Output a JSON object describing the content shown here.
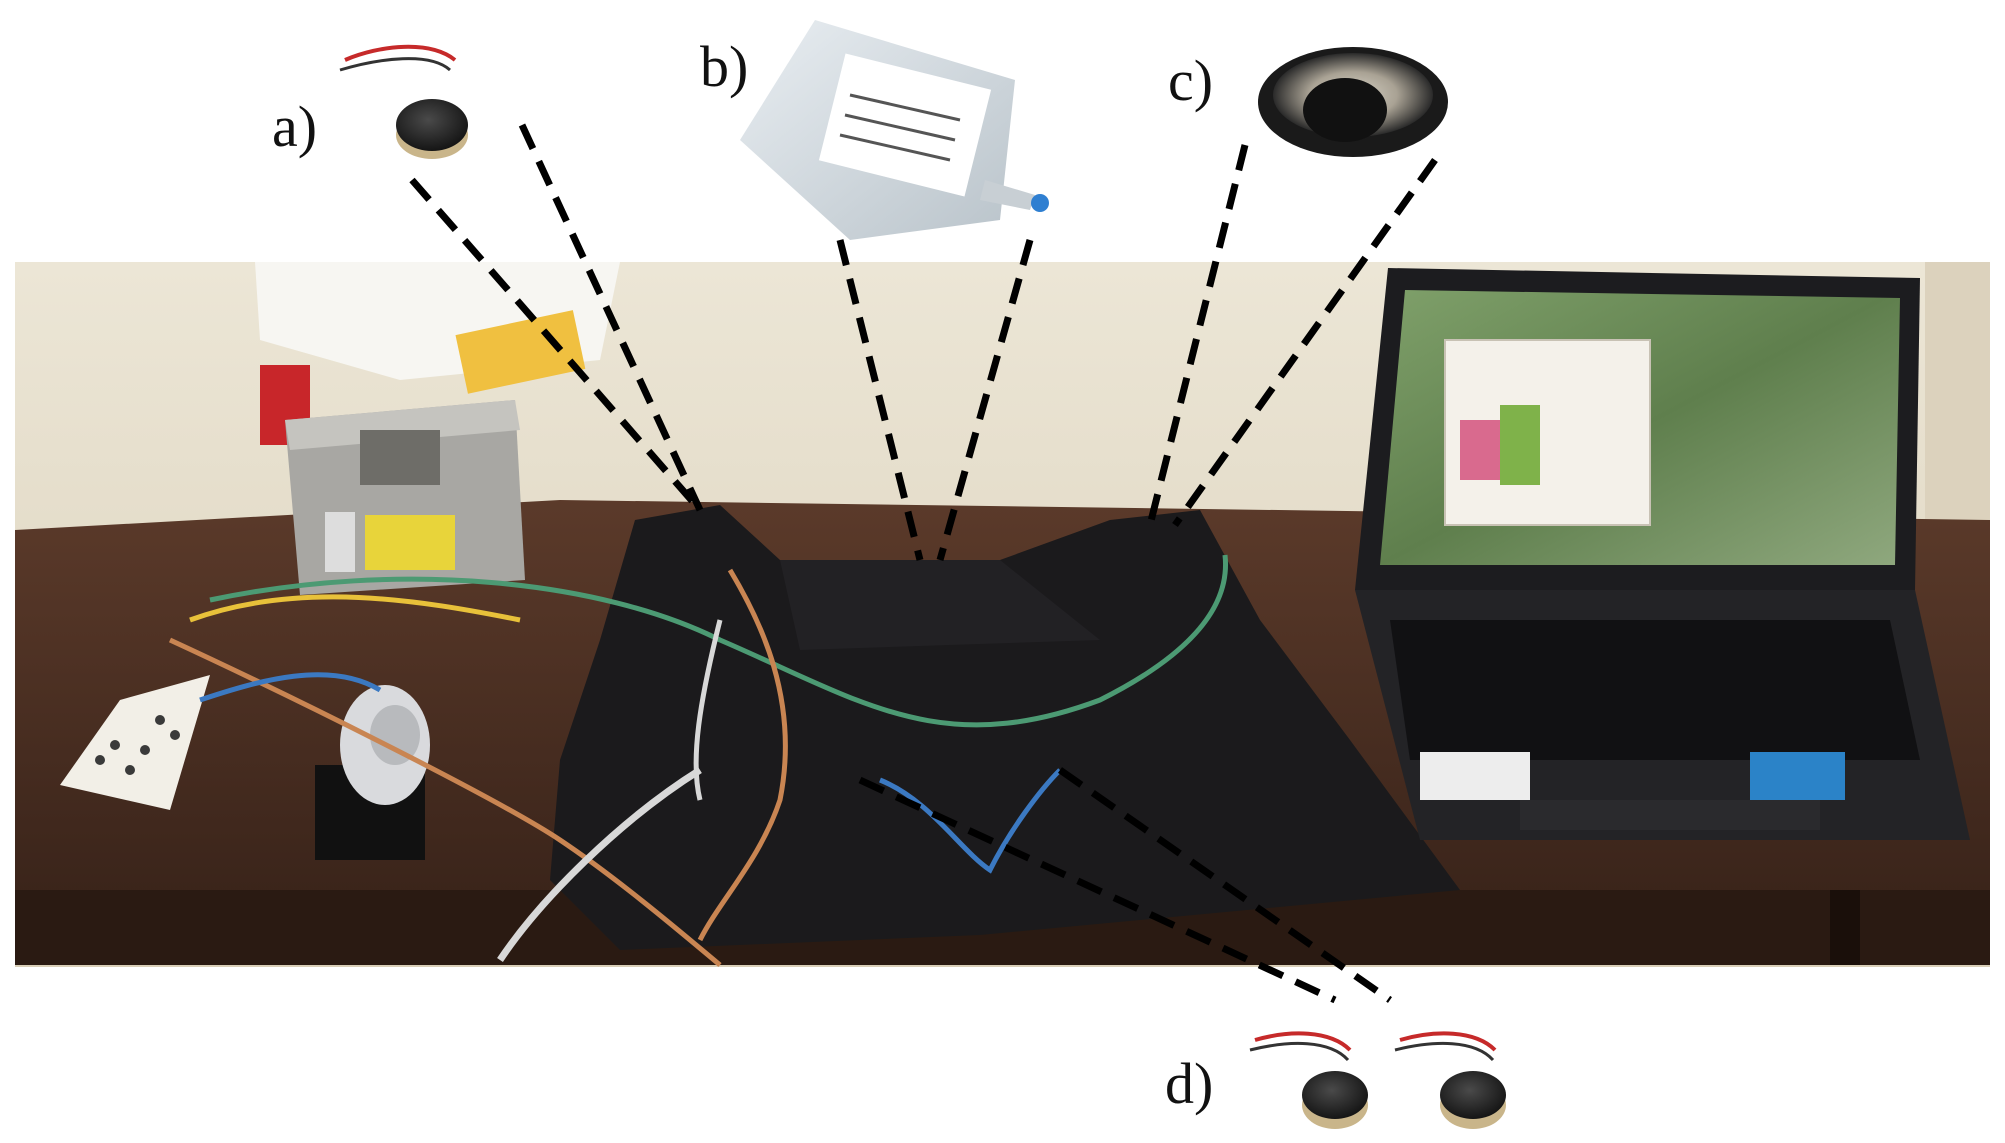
{
  "labels": {
    "a": "a)",
    "b": "b)",
    "c": "c)",
    "d": "d)"
  },
  "objects": {
    "vibration_motor": "vibration-motor",
    "iv_bag": "iv-fluid-bag",
    "speaker": "speaker",
    "vest": "black-vest",
    "laptop": "hp-laptop",
    "power_supply": "power-supply",
    "breadboard": "breadboard",
    "pump": "air-pump",
    "table": "wooden-table"
  },
  "colors": {
    "wall": "#e6dfcf",
    "table_top": "#4a2f22",
    "table_edge": "#2f1c14",
    "vest": "#1b1a1c",
    "laptop_body": "#1c1c1f",
    "screen_green": "#6f8f5c",
    "wire_green": "#4c9a73",
    "wire_orange": "#c98552",
    "wire_blue": "#3b79c2",
    "dashed_line": "#000000"
  }
}
